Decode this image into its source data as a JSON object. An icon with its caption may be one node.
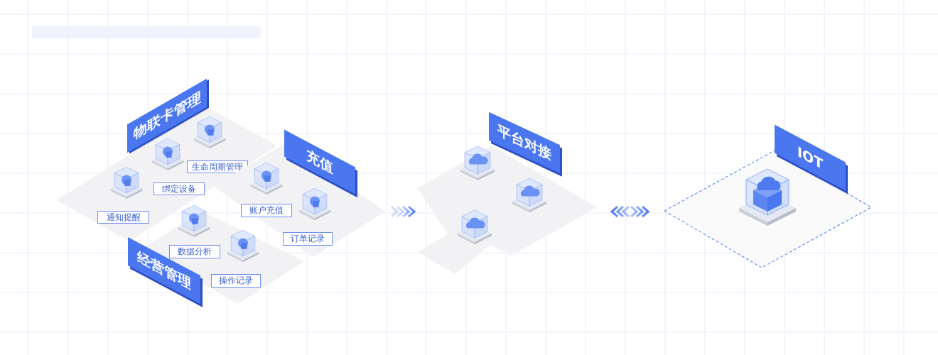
{
  "diagram": {
    "nodes": [
      {
        "text": [
          "物联卡管理"
        ]
      },
      {
        "text": [
          "生命周期管理"
        ],
        "in": 0
      },
      {
        "text": [
          "绑定设备"
        ],
        "in": 0
      },
      {
        "text": [
          "通知提醒"
        ],
        "in": 0
      },
      {
        "text": [
          "充值"
        ]
      },
      {
        "text": [
          "账户充值"
        ],
        "in": 4
      },
      {
        "text": [
          "订单记录"
        ],
        "in": 4
      },
      {
        "text": [
          "经营管理"
        ]
      },
      {
        "text": [
          "数据分析"
        ],
        "in": 7
      },
      {
        "text": [
          "操作记录"
        ],
        "in": 7
      },
      {
        "text": [
          "平台对接"
        ]
      },
      {
        "text": [],
        "shape": "box",
        "in": 10
      },
      {
        "text": [],
        "shape": "box",
        "in": 10
      },
      {
        "text": [],
        "shape": "box",
        "in": 10
      },
      {
        "text": [
          "IOT"
        ]
      }
    ],
    "edges": [
      {
        "from": 4,
        "to": 10,
        "arrow": "to",
        "color": "#4a76f0"
      },
      {
        "from": 10,
        "to": 14,
        "arrow": "both",
        "color": "#4a76f0"
      }
    ]
  }
}
